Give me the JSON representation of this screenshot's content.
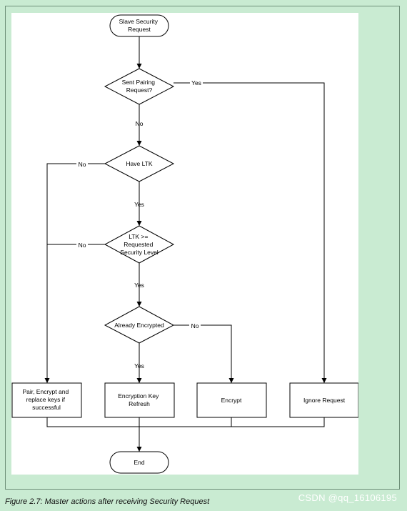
{
  "figure": {
    "caption": "Figure 2.7: Master actions after receiving Security Request",
    "watermark": "CSDN @qq_16106195"
  },
  "nodes": {
    "start": [
      "Slave Security",
      "Request"
    ],
    "sent_pairing": [
      "Sent Pairing",
      "Request?"
    ],
    "have_ltk": [
      "Have LTK"
    ],
    "ltk_level": [
      "LTK >=",
      "Requested",
      "Security Level"
    ],
    "already_encrypted": [
      "Already Encrypted"
    ],
    "pair_encrypt": [
      "Pair, Encrypt and",
      "replace keys if",
      "successful"
    ],
    "key_refresh": [
      "Encryption Key",
      "Refresh"
    ],
    "encrypt": [
      "Encrypt"
    ],
    "ignore": [
      "Ignore Request"
    ],
    "end": [
      "End"
    ]
  },
  "edge_labels": {
    "sent_pairing_yes": "Yes",
    "sent_pairing_no": "No",
    "have_ltk_no": "No",
    "have_ltk_yes": "Yes",
    "ltk_level_no": "No",
    "ltk_level_yes": "Yes",
    "already_encrypted_no": "No",
    "already_encrypted_yes": "Yes"
  }
}
